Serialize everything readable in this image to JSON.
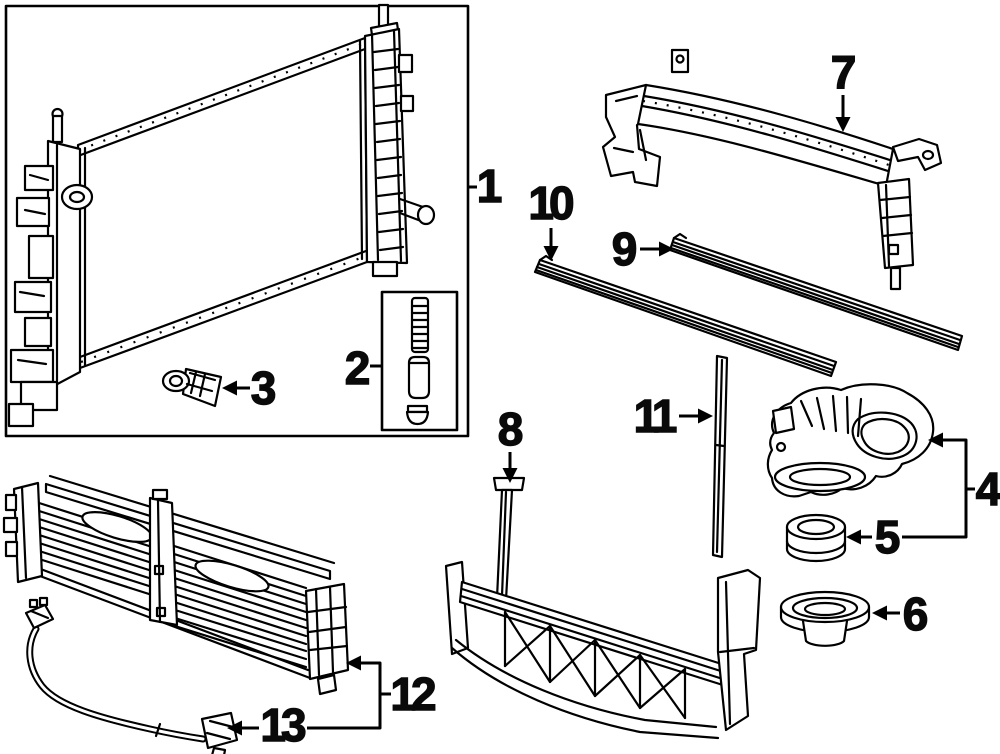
{
  "diagram": {
    "background_color": "#ffffff",
    "line_color": "#000000",
    "label_color": "#0a0a0a",
    "callouts": [
      {
        "number": "1",
        "part": "radiator-assembly"
      },
      {
        "number": "2",
        "part": "radiator-hardware-kit"
      },
      {
        "number": "3",
        "part": "temperature-sensor"
      },
      {
        "number": "4",
        "part": "air-inlet-housing"
      },
      {
        "number": "5",
        "part": "seal-ring"
      },
      {
        "number": "6",
        "part": "grommet-bushing"
      },
      {
        "number": "7",
        "part": "upper-tie-bar"
      },
      {
        "number": "8",
        "part": "side-air-baffle"
      },
      {
        "number": "9",
        "part": "upper-air-seal-strip"
      },
      {
        "number": "10",
        "part": "lower-air-seal-strip"
      },
      {
        "number": "11",
        "part": "side-air-seal-strip"
      },
      {
        "number": "12",
        "part": "radiator-shutter-assembly"
      },
      {
        "number": "13",
        "part": "shutter-wiring-harness"
      }
    ]
  }
}
